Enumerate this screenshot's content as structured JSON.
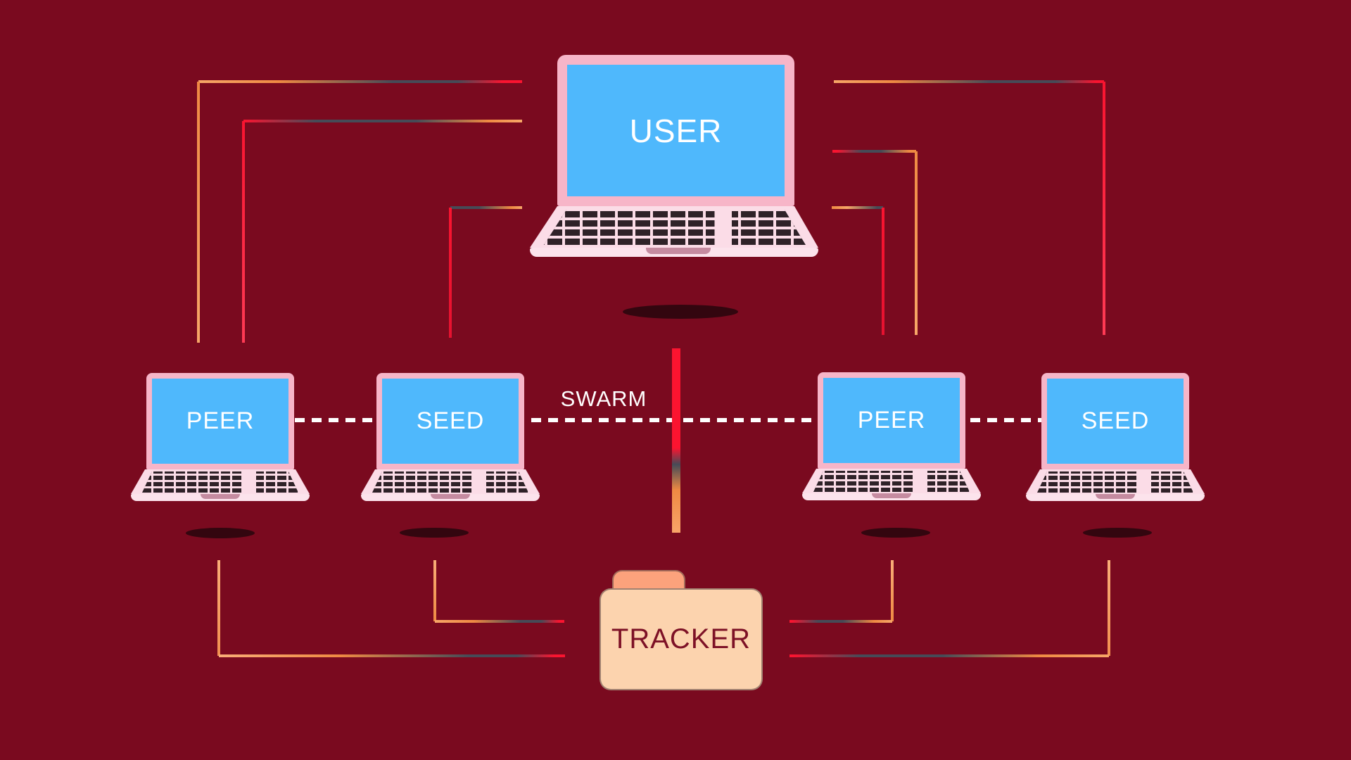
{
  "nodes": {
    "user": {
      "label": "USER"
    },
    "peer1": {
      "label": "PEER"
    },
    "seed1": {
      "label": "SEED"
    },
    "peer2": {
      "label": "PEER"
    },
    "seed2": {
      "label": "SEED"
    },
    "tracker": {
      "label": "TRACKER"
    }
  },
  "swarm_label": "SWARM",
  "colors": {
    "background": "#7A0A1F",
    "laptop_frame_pink": "#F7B5C8",
    "laptop_base_pink": "#FBDCE7",
    "laptop_base_bar_pink": "#FCE3EC",
    "laptop_notch_pink": "#C58BA0",
    "laptop_screen_blue": "#4FB8FC",
    "keyboard_dark": "#2F2228",
    "folder_tab": "#FCA27C",
    "folder_body": "#FCD3AE",
    "tracker_text": "#7D1126",
    "line_orange": "#EF8A43",
    "line_orange_light": "#F7A768",
    "line_red": "#FA1430",
    "line_slate": "#464B57",
    "dash_white": "#FFFFFF",
    "shadow": "#33060F",
    "label_white": "#FFFFFF"
  }
}
